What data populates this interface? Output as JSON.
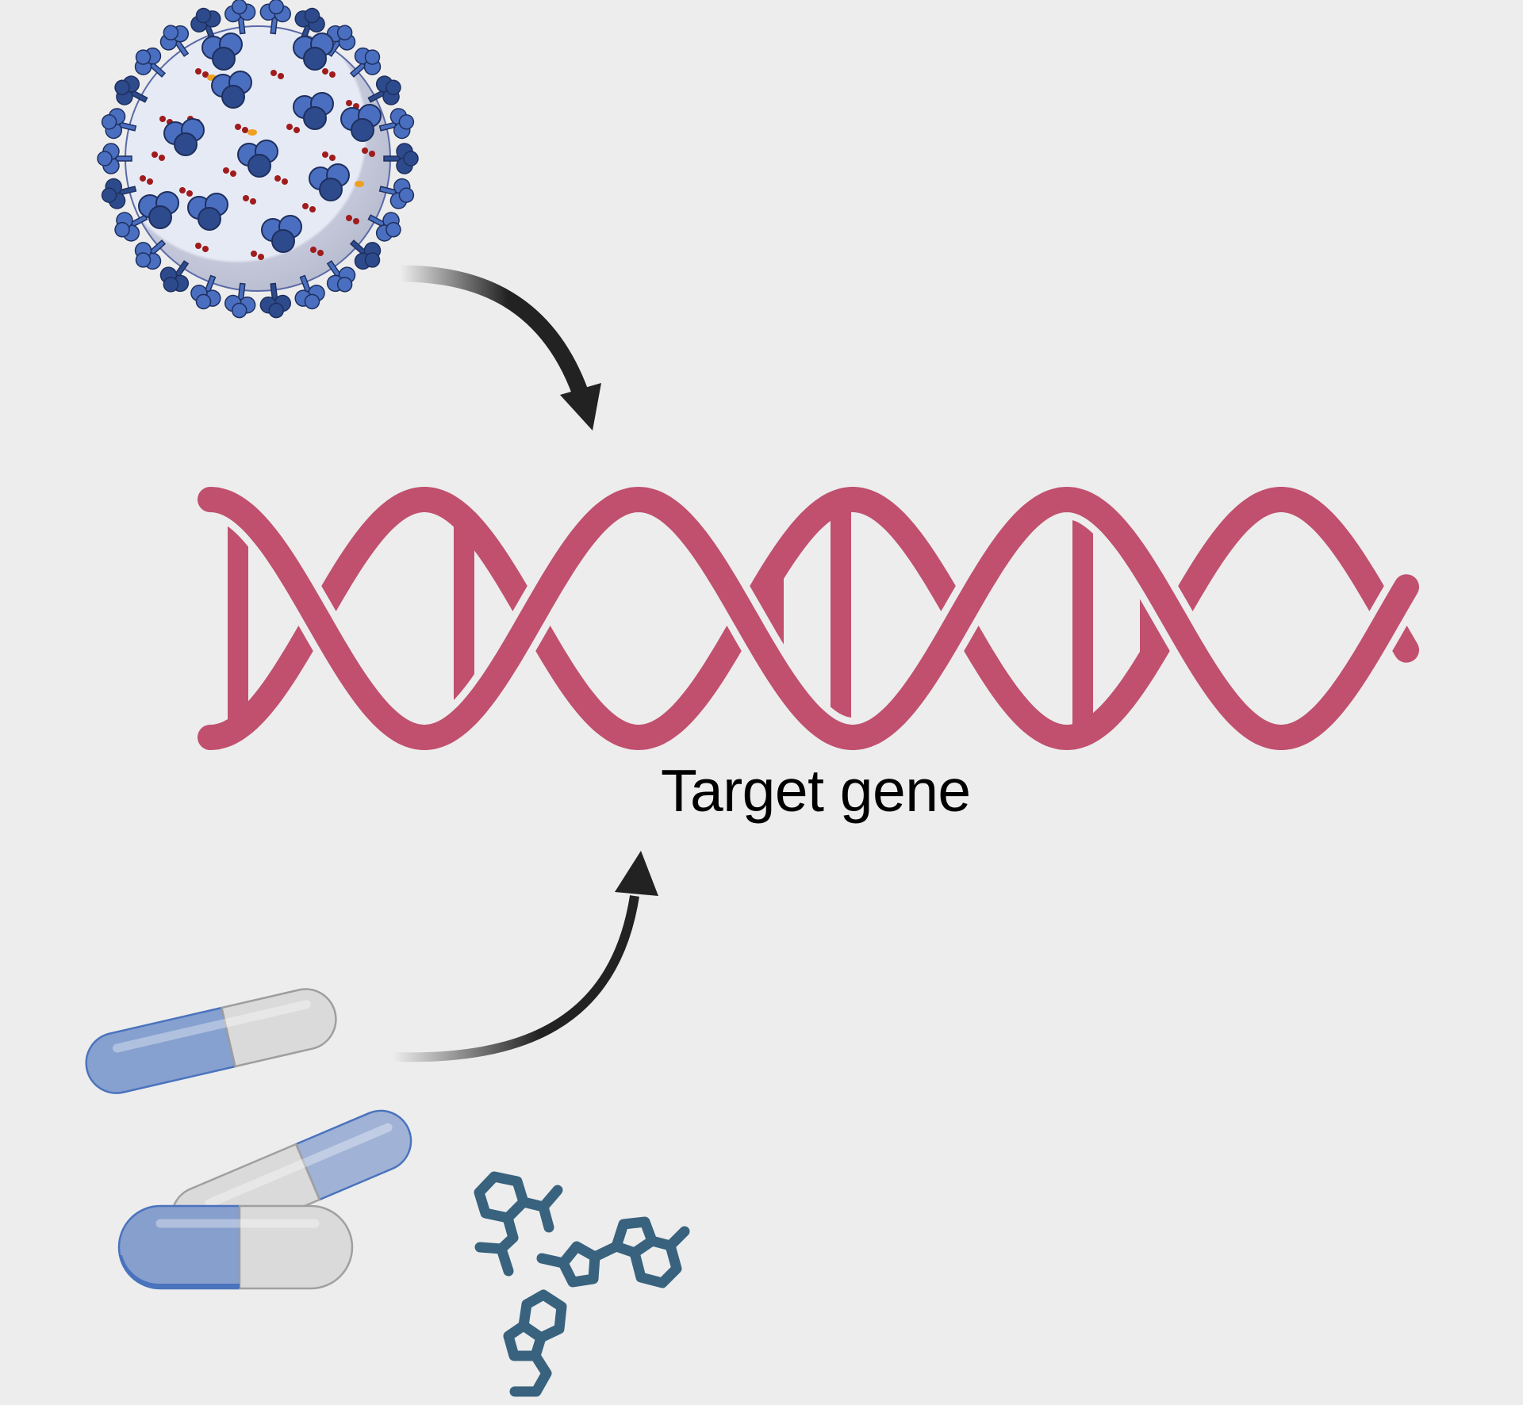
{
  "diagram": {
    "target_label": "Target gene",
    "nodes": [
      {
        "id": "virus",
        "icon": "virus-icon"
      },
      {
        "id": "dna",
        "icon": "dna-helix-icon"
      },
      {
        "id": "drugs",
        "icon": "capsule-pills-icon"
      },
      {
        "id": "molecules",
        "icon": "small-molecule-icon"
      }
    ],
    "edges": [
      {
        "from": "virus",
        "to": "dna"
      },
      {
        "from": "drugs",
        "to": "dna"
      }
    ]
  },
  "colors": {
    "background": "#ededed",
    "dna": "#c0506e",
    "arrow": "#222222",
    "virus_envelope": "#e4e8f4",
    "virus_shadow": "#bfc3d6",
    "spike": "#4a6fc0",
    "spike_dark": "#2d4b8c",
    "virus_dot": "#a01c1c",
    "virus_dot_accent": "#f0a020",
    "pill_blue": "#86a0cf",
    "pill_blue_edge": "#4a73bd",
    "pill_gray": "#d9d9d9",
    "pill_gray_edge": "#a0a0a0",
    "molecule": "#38627d"
  }
}
